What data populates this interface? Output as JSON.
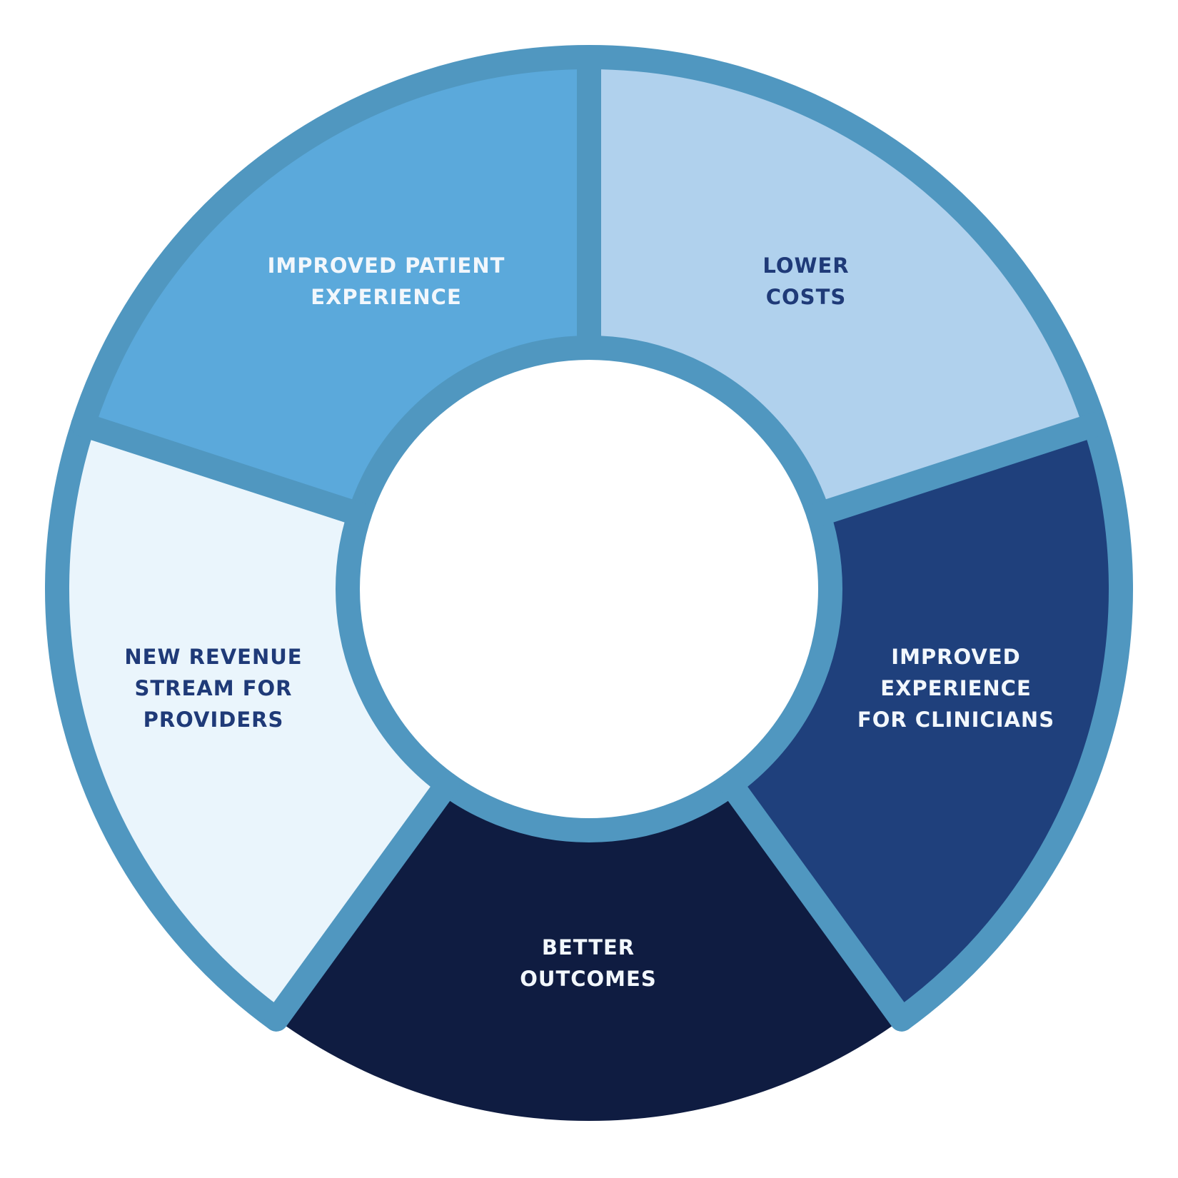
{
  "diagram": {
    "type": "donut-cycle",
    "colors": {
      "border": "#5097C0",
      "background": "#FFFFFF",
      "text_light": "#F2F7FC",
      "text_dark": "#1F3A78"
    },
    "segments": [
      {
        "lines": [
          "LOWER",
          "COSTS"
        ],
        "fill": "#B0D1ED",
        "text_color": "#1F3A78"
      },
      {
        "lines": [
          "IMPROVED",
          "EXPERIENCE",
          "FOR CLINICIANS"
        ],
        "fill": "#1F407C",
        "text_color": "#F2F7FC"
      },
      {
        "lines": [
          "BETTER",
          "OUTCOMES"
        ],
        "fill": "#0F1C41",
        "text_color": "#F2F7FC"
      },
      {
        "lines": [
          "NEW REVENUE",
          "STREAM FOR",
          "PROVIDERS"
        ],
        "fill": "#EAF5FC",
        "text_color": "#1F3A78"
      },
      {
        "lines": [
          "IMPROVED PATIENT",
          "EXPERIENCE"
        ],
        "fill": "#5BA9DB",
        "text_color": "#F2F7FC"
      }
    ]
  }
}
